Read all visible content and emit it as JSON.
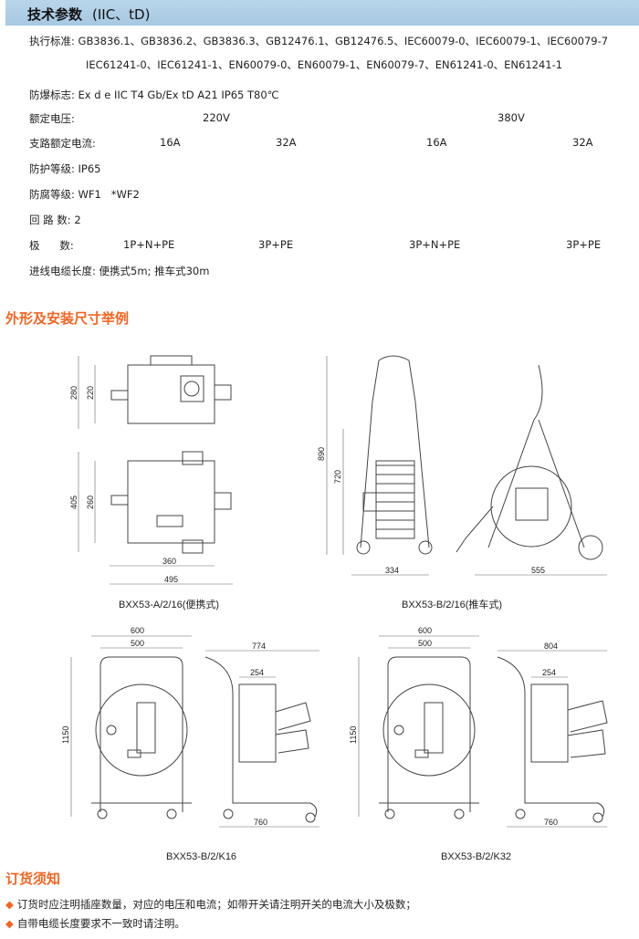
{
  "header": {
    "title": "技术参数",
    "subtitle": "(IIC、tD)"
  },
  "specs": {
    "standard_label": "执行标准:",
    "standard_line1": "GB3836.1、GB3836.2、GB3836.3、GB12476.1、GB12476.5、IEC60079-0、IEC60079-1、IEC60079-7",
    "standard_line2": "IEC61241-0、IEC61241-1、EN60079-0、EN60079-1、EN60079-7、EN61241-0、EN61241-1",
    "ex_label": "防爆标志:",
    "ex_value": "Ex d e IIC T4 Gb/Ex tD A21 IP65 T80℃",
    "voltage_label": "额定电压:",
    "voltages": [
      "220V",
      "380V"
    ],
    "current_label": "支路额定电流:",
    "currents": [
      "16A",
      "32A",
      "16A",
      "32A"
    ],
    "ip_label": "防护等级:",
    "ip_value": "IP65",
    "wf_label": "防腐等级:",
    "wf_value": "WF1   *WF2",
    "circuits_label": "回 路 数:",
    "circuits_value": "2",
    "poles_label": "极      数:",
    "poles": [
      "1P+N+PE",
      "3P+PE",
      "3P+N+PE",
      "3P+PE"
    ],
    "cable_label": "进线电缆长度:",
    "cable_value": "便携式5m;  推车式30m"
  },
  "dimensions_section": {
    "title": "外形及安装尺寸举例",
    "portable": {
      "caption": "BXX53-A/2/16(便携式)",
      "dims": [
        "280",
        "220",
        "405",
        "260",
        "360",
        "495"
      ]
    },
    "trolley": {
      "caption": "BXX53-B/2/16(推车式)",
      "dims": [
        "890",
        "720",
        "334",
        "555"
      ]
    },
    "k16": {
      "caption": "BXX53-B/2/K16",
      "dims": [
        "600",
        "500",
        "1150",
        "774",
        "254",
        "760"
      ]
    },
    "k32": {
      "caption": "BXX53-B/2/K32",
      "dims": [
        "600",
        "500",
        "1150",
        "804",
        "254",
        "760"
      ]
    }
  },
  "ordering": {
    "title": "订货须知",
    "notes": [
      "订货时应注明插座数量，对应的电压和电流；如带开关请注明开关的电流大小及极数；",
      "自带电缆长度要求不一致时请注明。"
    ]
  },
  "colors": {
    "accent": "#f26522",
    "header_bg": "#a6c8e2"
  }
}
